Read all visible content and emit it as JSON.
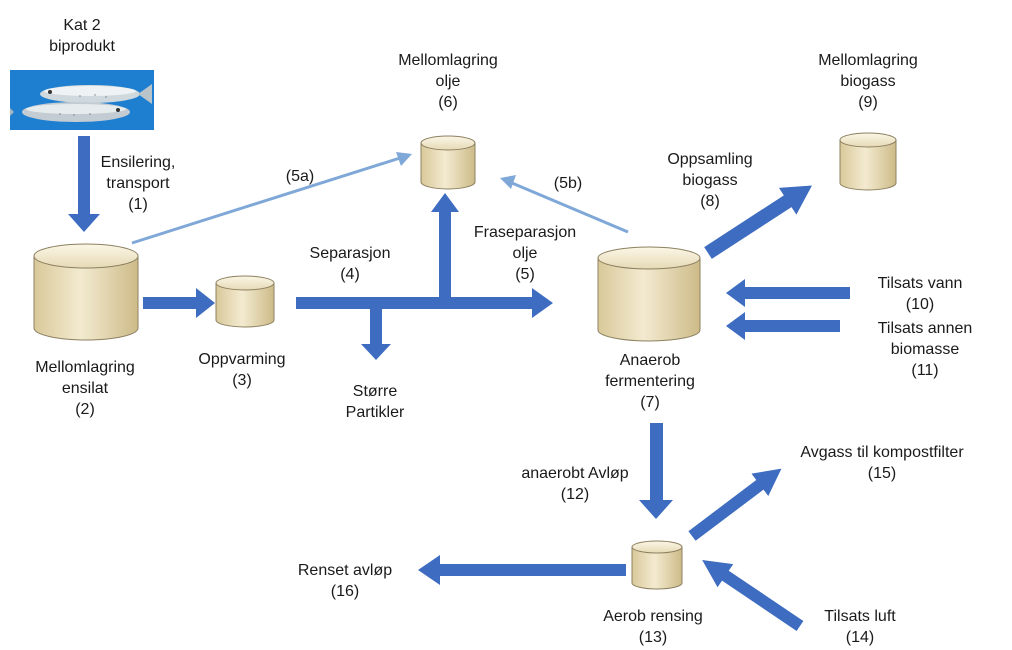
{
  "source": {
    "line1": "Kat 2",
    "line2": "biprodukt",
    "image": "salmon-fish-image"
  },
  "steps": {
    "ensilering": {
      "line1": "Ensilering,",
      "line2": "transport",
      "num": "(1)"
    },
    "mellomlagring_ensilat": {
      "line1": "Mellomlagring",
      "line2": "ensilat",
      "num": "(2)"
    },
    "oppvarming": {
      "line1": "Oppvarming",
      "num": "(3)"
    },
    "separasjon": {
      "line1": "Separasjon",
      "num": "(4)"
    },
    "storre_partikler": {
      "line1": "Større",
      "line2": "Partikler"
    },
    "fraseparasjon": {
      "line1": "Fraseparasjon",
      "line2": "olje",
      "num": "(5)"
    },
    "label_5a": "(5a)",
    "label_5b": "(5b)",
    "mellomlagring_olje": {
      "line1": "Mellomlagring",
      "line2": "olje",
      "num": "(6)"
    },
    "anaerob_fermentering": {
      "line1": "Anaerob",
      "line2": "fermentering",
      "num": "(7)"
    },
    "oppsamling_biogass": {
      "line1": "Oppsamling",
      "line2": "biogass",
      "num": "(8)"
    },
    "mellomlagring_biogass": {
      "line1": "Mellomlagring",
      "line2": "biogass",
      "num": "(9)"
    },
    "tilsats_vann": {
      "line1": "Tilsats vann",
      "num": "(10)"
    },
    "tilsats_biomasse": {
      "line1": "Tilsats annen",
      "line2": "biomasse",
      "num": "(11)"
    },
    "anaerobt_avlop": {
      "line1": "anaerobt Avløp",
      "num": "(12)"
    },
    "aerob_rensing": {
      "line1": "Aerob rensing",
      "num": "(13)"
    },
    "tilsats_luft": {
      "line1": "Tilsats luft",
      "num": "(14)"
    },
    "avgass": {
      "line1": "Avgass til kompostfilter",
      "num": "(15)"
    },
    "renset_avlop": {
      "line1": "Renset avløp",
      "num": "(16)"
    }
  },
  "colors": {
    "arrow_dark": "#3d6cc0",
    "arrow_light": "#7fa8d8",
    "tank_fill": "#eadcb0",
    "tank_stroke": "#8c8060",
    "fish_bg": "#1e7fd0"
  }
}
